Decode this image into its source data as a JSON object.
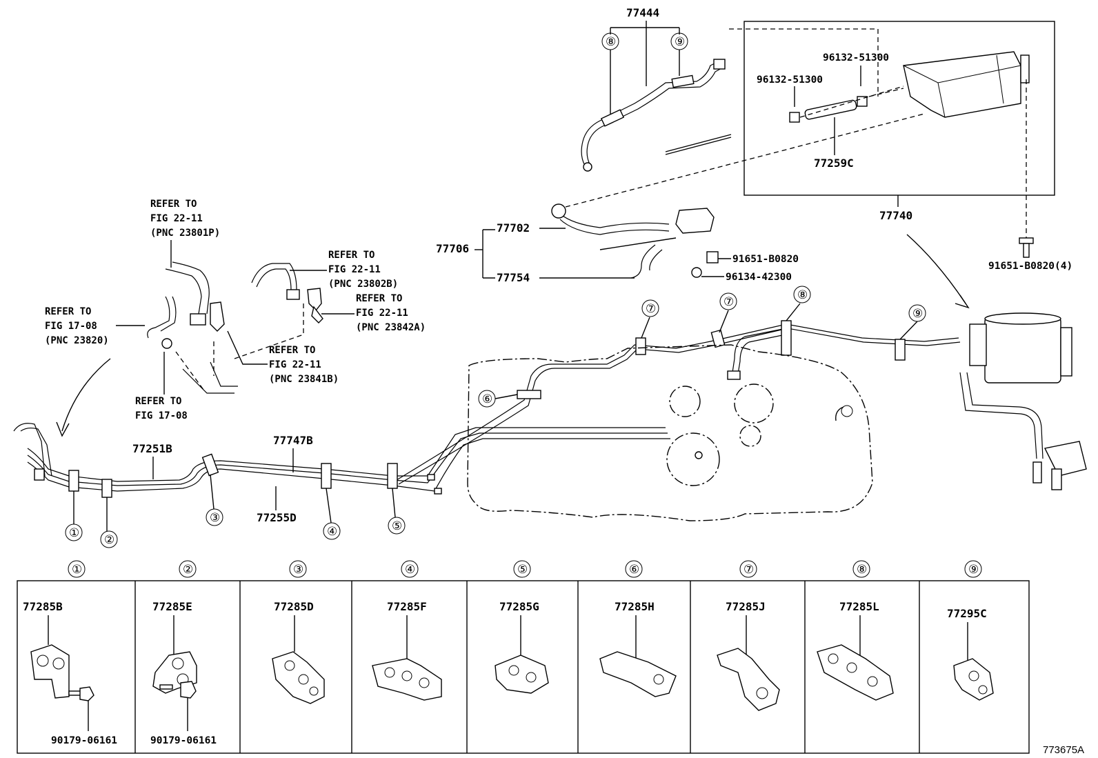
{
  "diagram_id": "773675A",
  "top_assemblies": {
    "hose_77444": "77444",
    "canister_box": "77740",
    "hose_77259c": "77259C",
    "clip_left": "96132-51300",
    "clip_right": "96132-51300",
    "bolt_canister": "91651-B0820(4)",
    "hose_77702": "77702",
    "hose_77706": "77706",
    "hose_77754": "77754",
    "bolt_91651": "91651-B0820",
    "clip_96134": "96134-42300"
  },
  "main_lines": {
    "line_77251b": "77251B",
    "line_77747b": "77747B",
    "line_77255d": "77255D"
  },
  "references": [
    {
      "l1": "REFER TO",
      "l2": "FIG 22-11",
      "l3": "(PNC 23801P)"
    },
    {
      "l1": "REFER TO",
      "l2": "FIG 22-11",
      "l3": "(PNC 23802B)"
    },
    {
      "l1": "REFER TO",
      "l2": "FIG 22-11",
      "l3": "(PNC 23842A)"
    },
    {
      "l1": "REFER TO",
      "l2": "FIG 17-08",
      "l3": "(PNC 23820)"
    },
    {
      "l1": "REFER TO",
      "l2": "FIG 22-11",
      "l3": "(PNC 23841B)"
    },
    {
      "l1": "REFER TO",
      "l2": "FIG 17-08"
    }
  ],
  "callout_numbers": {
    "c1": "①",
    "c2": "②",
    "c3": "③",
    "c4": "④",
    "c5": "⑤",
    "c6": "⑥",
    "c7": "⑦",
    "c8": "⑧",
    "c9": "⑨"
  },
  "clamp_table": [
    {
      "index": "①",
      "part": "77285B",
      "sub": "90179-06161"
    },
    {
      "index": "②",
      "part": "77285E",
      "sub": "90179-06161"
    },
    {
      "index": "③",
      "part": "77285D"
    },
    {
      "index": "④",
      "part": "77285F"
    },
    {
      "index": "⑤",
      "part": "77285G"
    },
    {
      "index": "⑥",
      "part": "77285H"
    },
    {
      "index": "⑦",
      "part": "77285J"
    },
    {
      "index": "⑧",
      "part": "77285L"
    },
    {
      "index": "⑨",
      "part": "77295C"
    }
  ]
}
